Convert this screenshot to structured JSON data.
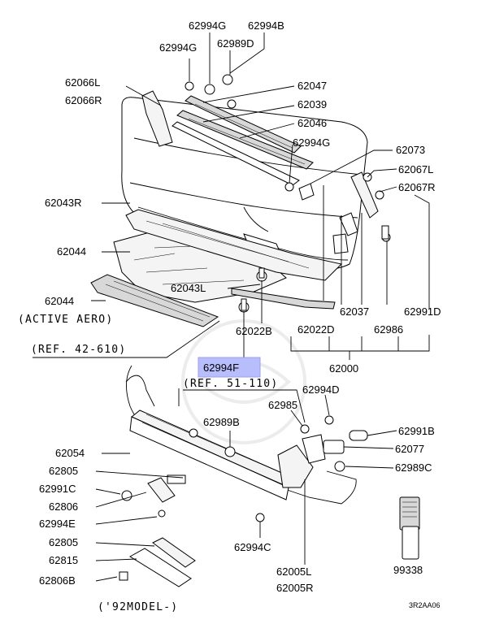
{
  "labels": {
    "l62994G_top": "62994G",
    "l62994B": "62994B",
    "l62994G_2": "62994G",
    "l62989D": "62989D",
    "l62066L": "62066L",
    "l62066R": "62066R",
    "l62047": "62047",
    "l62039": "62039",
    "l62046": "62046",
    "l62994G_3": "62994G",
    "l62073": "62073",
    "l62067L": "62067L",
    "l62067R": "62067R",
    "l62043R": "62043R",
    "l62044": "62044",
    "l62043L": "62043L",
    "l62044b": "62044",
    "l62037": "62037",
    "l62991D": "62991D",
    "l62022B": "62022B",
    "l62022D": "62022D",
    "l62986": "62986",
    "l62000": "62000",
    "l62994F": "62994F",
    "l62994D": "62994D",
    "l62985": "62985",
    "l62989B": "62989B",
    "l62991B": "62991B",
    "l62054": "62054",
    "l62077": "62077",
    "l62805": "62805",
    "l62989C": "62989C",
    "l62991C": "62991C",
    "l62806": "62806",
    "l62994E": "62994E",
    "l62805b": "62805",
    "l62994C": "62994C",
    "l62815": "62815",
    "l62005L": "62005L",
    "l62005R": "62005R",
    "l62806B": "62806B",
    "l99338": "99338"
  },
  "notes": {
    "active_aero": "(ACTIVE AERO)",
    "ref_42_610": "(REF. 42-610)",
    "ref_51_110": "(REF. 51-110)",
    "model_92": "('92MODEL-)"
  },
  "diagram_code": "3R2AA06",
  "highlight_color": "#b8bdfc"
}
